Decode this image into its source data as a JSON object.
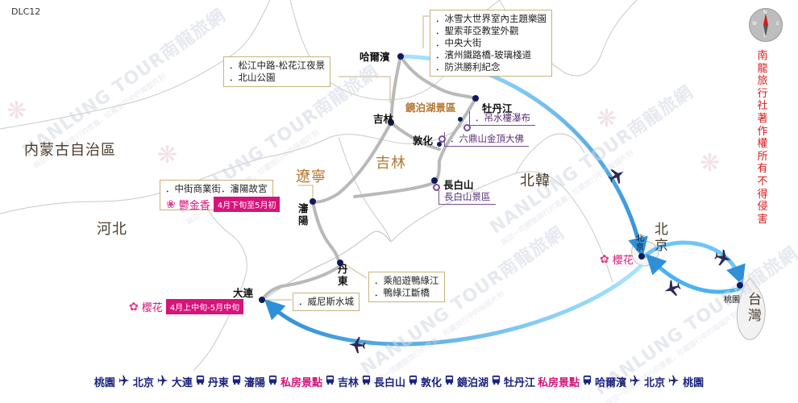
{
  "map_code": "DLC12",
  "regions": [
    {
      "name": "内蒙古自治區"
    },
    {
      "name": "河北"
    },
    {
      "name": "遼寧"
    },
    {
      "name": "吉林"
    },
    {
      "name": "北韓"
    },
    {
      "name": "北京"
    },
    {
      "name": "台灣"
    }
  ],
  "cities": {
    "harbin": "哈爾濱",
    "jilin": "吉林",
    "mudanjiang": "牡丹江",
    "jingpo": "鏡泊湖景區",
    "dunhua": "敦化",
    "changbaishan": "長白山",
    "shenyang": "瀋陽",
    "dandong": "丹東",
    "dalian": "大連",
    "beijing": "北京",
    "taoyuan": "桃園"
  },
  "info_boxes": {
    "harbin": [
      "冰雪大世界室內主題樂園",
      "聖索菲亞教堂外觀",
      "中央大街",
      "濱州鐵路橋-玻璃棧道",
      "防洪勝利紀念"
    ],
    "jilin": [
      "松江中路-松花江夜景",
      "北山公園"
    ],
    "shenyang": [
      "中街商業街．瀋陽故宮"
    ],
    "dandong": [
      "乘船遊鴨綠江",
      "鴨綠江斷橋"
    ],
    "dalian": [
      "威尼斯水城"
    ]
  },
  "tags": {
    "mudanjiang": "．吊水樓瀑布",
    "dunhua": "．六鼎山金頂大佛",
    "changbaishan": "長白山景區"
  },
  "blooms": {
    "shenyang": {
      "flower": "鬱金香",
      "period": "4月下旬至5月初"
    },
    "dalian": {
      "flower": "櫻花",
      "period": "4月上中旬-5月中旬"
    },
    "beijing": {
      "flower": "櫻花"
    }
  },
  "copyright": "南龍旅行社著作權所有 不得侵害",
  "compass": {
    "n": "N",
    "s": "S",
    "e": "E",
    "w": "W"
  },
  "watermark": {
    "brand": "NANLUNG TOUR南龍旅網",
    "slogan": "與您一同體驗旅行的意義，珍藏旅行中的每個片刻"
  },
  "route": [
    {
      "stop": "桃園",
      "next": "plane"
    },
    {
      "stop": "北京",
      "next": "plane"
    },
    {
      "stop": "大連",
      "next": "bus"
    },
    {
      "stop": "丹東",
      "next": "bus"
    },
    {
      "stop": "瀋陽",
      "next": "bus"
    },
    {
      "stop": "私房景點",
      "next": "bus",
      "highlight": true
    },
    {
      "stop": "吉林",
      "next": "bus"
    },
    {
      "stop": "長白山",
      "next": "bus"
    },
    {
      "stop": "敦化",
      "next": "bus"
    },
    {
      "stop": "鏡泊湖",
      "next": "bus"
    },
    {
      "stop": "牡丹江",
      "next": "none"
    },
    {
      "stop": "私房景點",
      "next": "bus",
      "highlight": true
    },
    {
      "stop": "哈爾濱",
      "next": "plane"
    },
    {
      "stop": "北京",
      "next": "plane"
    },
    {
      "stop": "桃園",
      "next": "none"
    }
  ],
  "colors": {
    "flight": "#6ec6f5",
    "flight_dark": "#2f8fd8",
    "road": "#b9b9b9",
    "border": "#c8b27e",
    "accent_pink": "#d6147b",
    "route_blue": "#1a237e",
    "copyright_red": "#d81b1b"
  }
}
